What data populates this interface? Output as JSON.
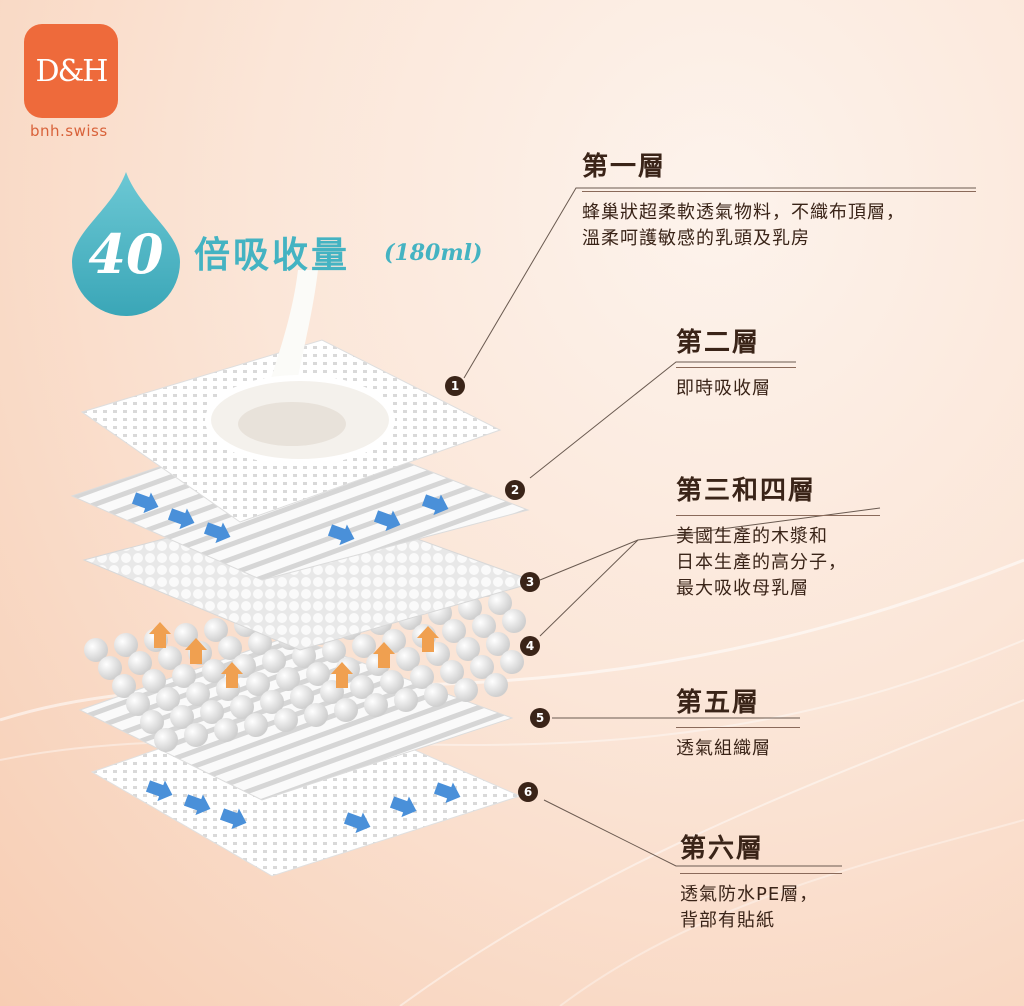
{
  "brand": {
    "logo_text": "D&H",
    "url": "bnh.swiss",
    "color": "#ee6a3b"
  },
  "headline": {
    "number": "40",
    "text": "倍吸收量",
    "volume": "(180ml)",
    "color": "#44b3c2"
  },
  "layers": [
    {
      "badge": "1",
      "title": "第一層",
      "desc": [
        "蜂巢狀超柔軟透氣物料，不織布頂層，",
        "溫柔呵護敏感的乳頭及乳房"
      ]
    },
    {
      "badge": "2",
      "title": "第二層",
      "desc": [
        "即時吸收層"
      ]
    },
    {
      "badge": "3",
      "title": "第三和四層",
      "desc": [
        "美國生產的木漿和",
        "日本生產的高分子，",
        "最大吸收母乳層"
      ]
    },
    {
      "badge": "4"
    },
    {
      "badge": "5",
      "title": "第五層",
      "desc": [
        "透氣組織層"
      ]
    },
    {
      "badge": "6",
      "title": "第六層",
      "desc": [
        "透氣防水PE層，",
        "背部有貼紙"
      ]
    }
  ],
  "colors": {
    "text": "#3a2418",
    "arrow_blue": "#4a90d9",
    "arrow_orange": "#f0a050",
    "badge": "#3a2418"
  }
}
